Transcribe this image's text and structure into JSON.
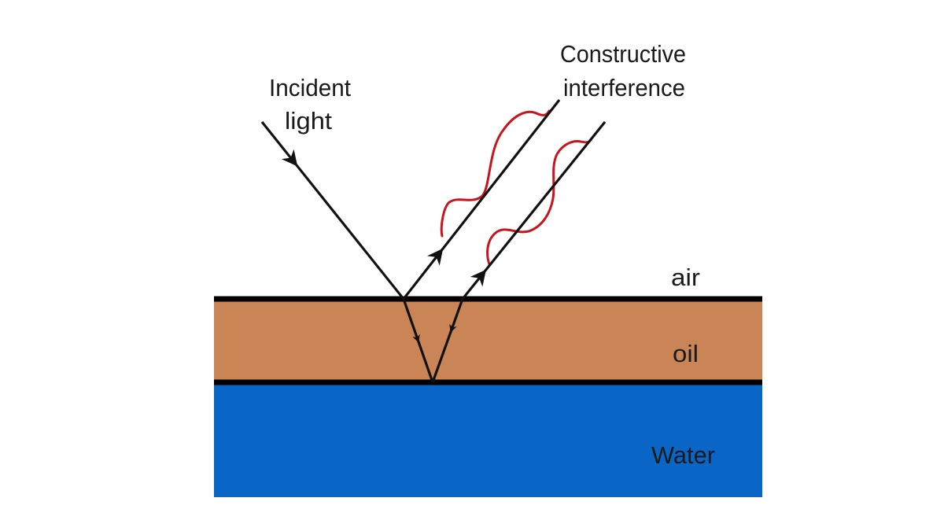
{
  "labels": {
    "incident_line1": "Incident",
    "incident_line2": "light",
    "constructive_line1": "Constructive",
    "constructive_line2": "interference",
    "air": "air",
    "oil": "oil",
    "water": "Water"
  },
  "colors": {
    "background": "#ffffff",
    "oil": "#c98556",
    "water": "#0a66c6",
    "ray": "#111111",
    "wave": "#c8141c",
    "boundary": "#000000",
    "label": "#1a1a1a"
  }
}
